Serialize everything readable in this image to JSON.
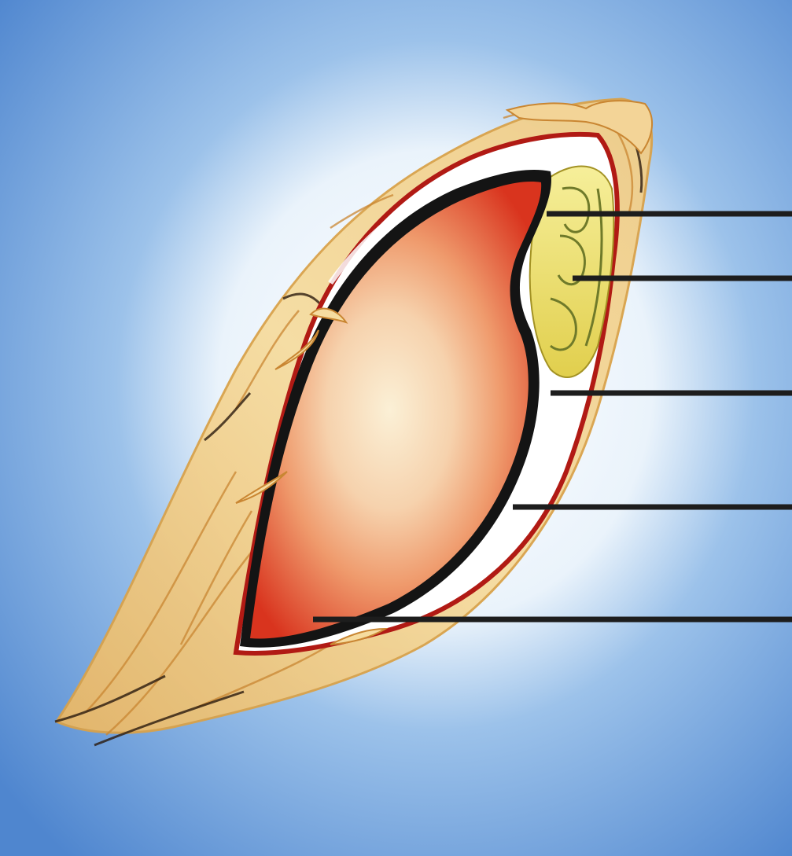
{
  "figure": {
    "subject": "seed-longitudinal-section-icon",
    "colors": {
      "background_outer": "#4f86cf",
      "background_mid": "#9cc2ea",
      "glow": "#ffffff",
      "husk": "#f1cf86",
      "husk_dark": "#d9a24a",
      "seed_coat_red": "#b11a14",
      "outline_black": "#141414",
      "endosperm_center": "#fbf0d6",
      "endosperm_mid": "#f3b98f",
      "endosperm_edge": "#d9341e",
      "embryo": "#eee16a",
      "embryo_detail": "#6f7a2a",
      "pointer_line": "#1d1d1d"
    },
    "pointer_lines": [
      {
        "id": "pointer-line-1"
      },
      {
        "id": "pointer-line-2"
      },
      {
        "id": "pointer-line-3"
      },
      {
        "id": "pointer-line-4"
      },
      {
        "id": "pointer-line-5"
      }
    ]
  }
}
